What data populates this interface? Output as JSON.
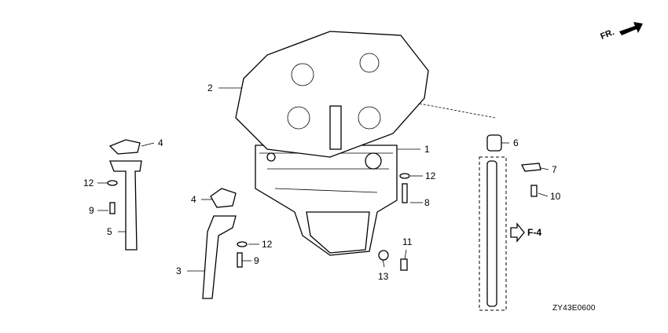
{
  "diagram": {
    "callouts": [
      {
        "id": "c1",
        "number": "1"
      },
      {
        "id": "c2",
        "number": "2"
      },
      {
        "id": "c3",
        "number": "3"
      },
      {
        "id": "c4a",
        "number": "4"
      },
      {
        "id": "c4b",
        "number": "4"
      },
      {
        "id": "c5",
        "number": "5"
      },
      {
        "id": "c6",
        "number": "6"
      },
      {
        "id": "c7",
        "number": "7"
      },
      {
        "id": "c8",
        "number": "8"
      },
      {
        "id": "c9a",
        "number": "9"
      },
      {
        "id": "c9b",
        "number": "9"
      },
      {
        "id": "c10",
        "number": "10"
      },
      {
        "id": "c11",
        "number": "11"
      },
      {
        "id": "c12a",
        "number": "12"
      },
      {
        "id": "c12b",
        "number": "12"
      },
      {
        "id": "c12c",
        "number": "12"
      },
      {
        "id": "c13",
        "number": "13"
      }
    ],
    "reference": "F-4",
    "front_indicator": "FR.",
    "diagram_code": "ZY43E0600"
  }
}
